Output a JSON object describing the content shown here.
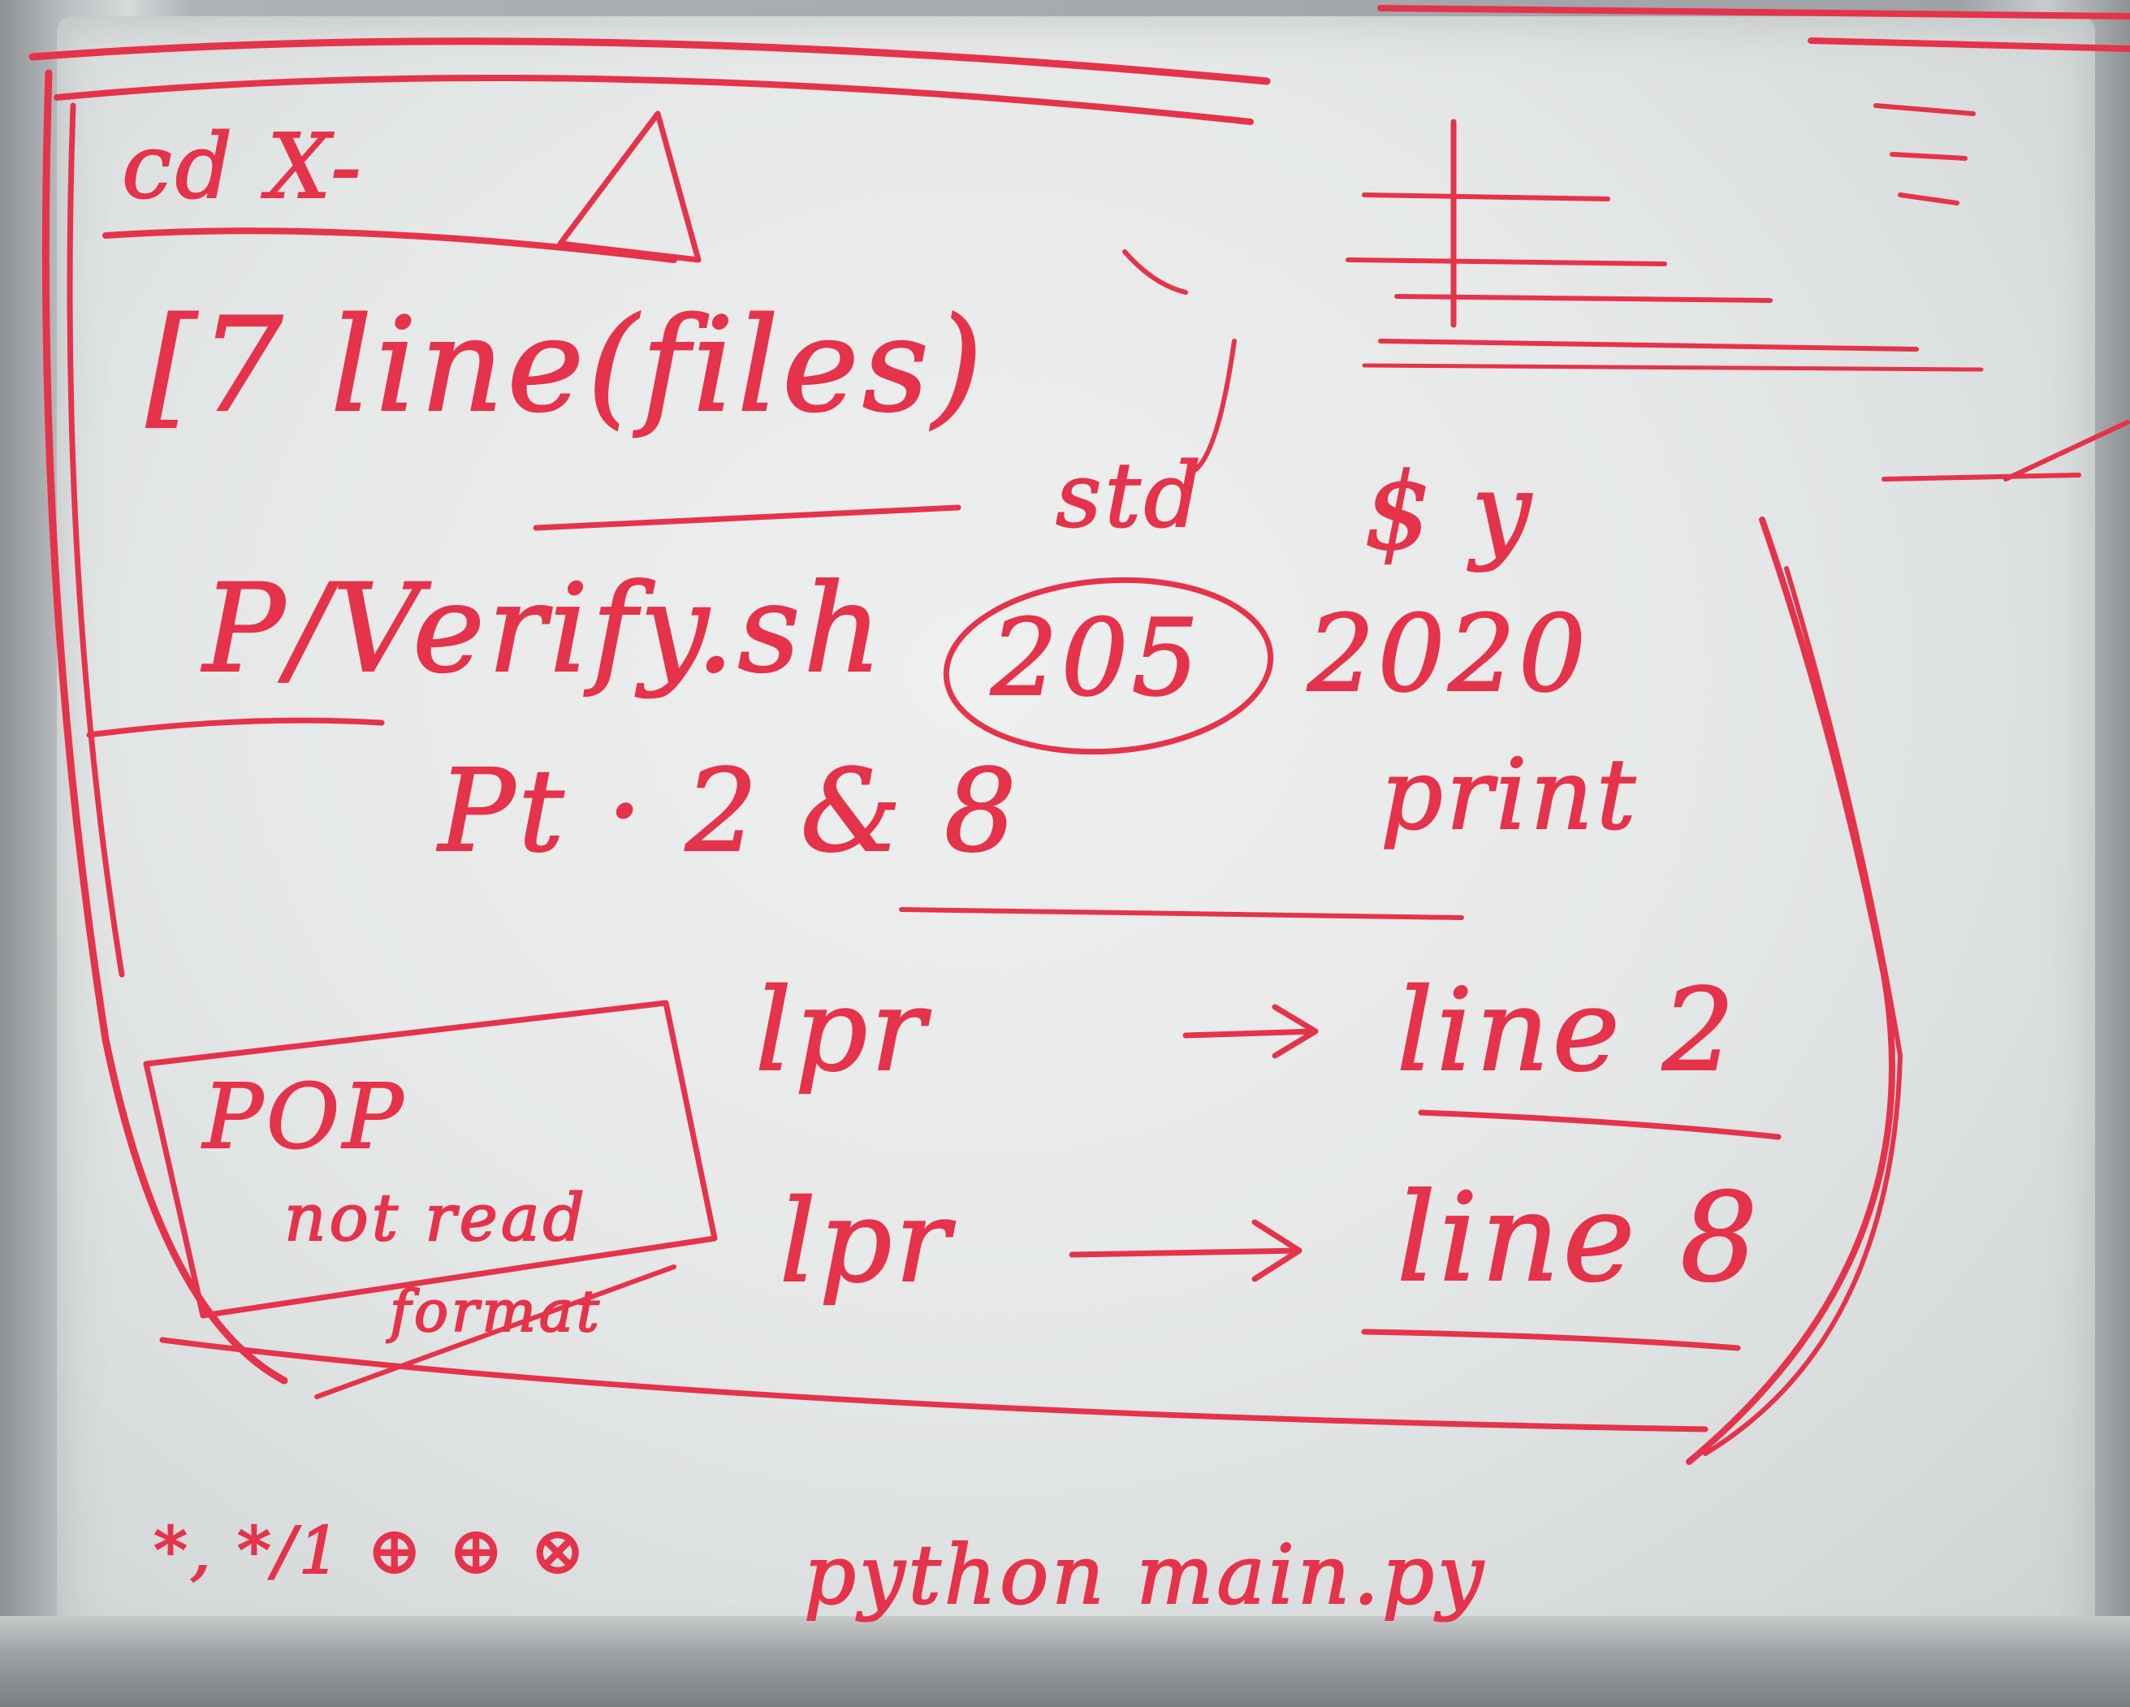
{
  "whiteboard": {
    "notes": {
      "heading_fragment": "cd  X-",
      "command_line": "[7 line(files)",
      "std": "std",
      "dollar_y": "$ y",
      "verify_line": "P/Verify.sh",
      "circled_number": "205",
      "year": "2020",
      "pt_line": "Pt · 2 & 8",
      "print_word": "print",
      "lpr_one": "lpr",
      "lpr_one_target": "line 2",
      "lpr_two": "lpr",
      "lpr_two_target": "line 8",
      "box_title": "POP",
      "box_note": "not read",
      "box_crossed": "format",
      "bottom_symbols": "*, */1 ⊕ ⊕ ⊗",
      "bottom_command": "python main.py"
    },
    "ink_color": "#e5334b",
    "board_color": "#e8ebea",
    "frame_color": "#a4a8aa"
  }
}
